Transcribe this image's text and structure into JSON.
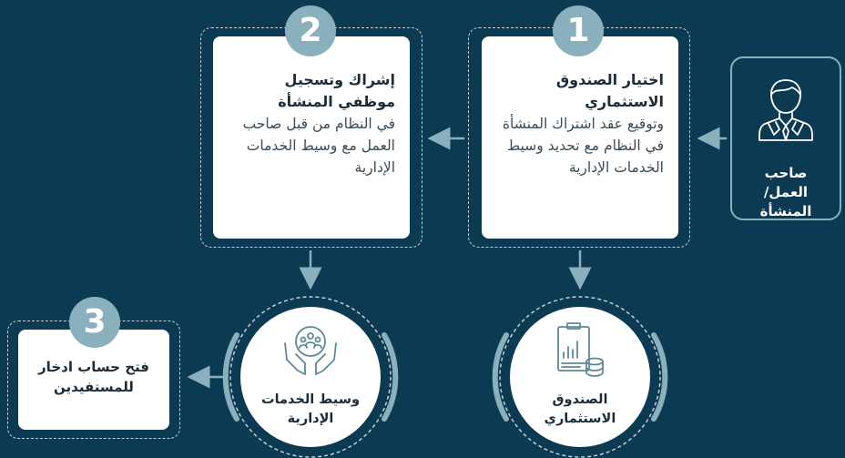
{
  "actor": {
    "label": "صاحب العمل/ المنشأة",
    "icon": "businessman-icon"
  },
  "steps": [
    {
      "number": "1",
      "title": "اختيار الصندوق الاستثماري",
      "body": "وتوقيع عقد اشتراك المنشأة في النظام مع تحديد وسيط الخدمات الإدارية"
    },
    {
      "number": "2",
      "title": "إشراك وتسجيل موظفي المنشأة",
      "body": "في النظام من قبل صاحب العمل مع وسيط الخدمات الإدارية"
    },
    {
      "number": "3",
      "title": "فتح حساب ادخار للمستفيدين"
    }
  ],
  "nodes": {
    "fund": {
      "label": "الصندوق الاستثماري",
      "icon": "investment-document-icon"
    },
    "broker": {
      "label": "وسيط الخدمات الإدارية",
      "icon": "hands-people-icon"
    }
  },
  "colors": {
    "background": "#0c3a53",
    "accent": "#8ab0bd",
    "card": "#ffffff"
  }
}
